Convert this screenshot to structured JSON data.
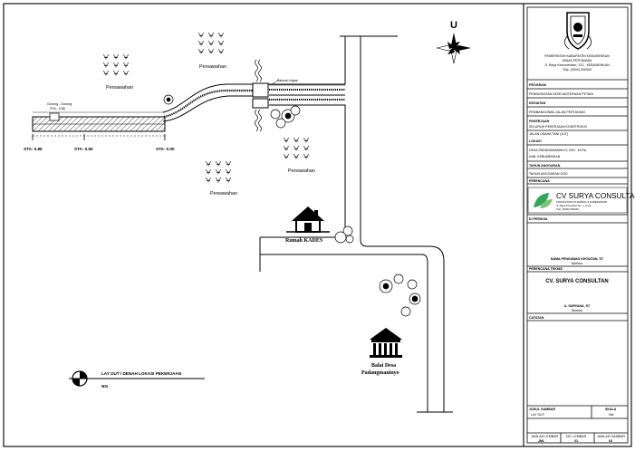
{
  "map": {
    "north_letter": "U",
    "sta_labels": [
      "STA- 0.86",
      "STA- 0.50",
      "STA- 0.00"
    ],
    "gate_label": "Gorong - Gorong\nSTA - 0.86",
    "saluran_label": "Saluran Irigasi",
    "persawahan_label": "Persawahan",
    "rumah_kades_label": "Rumah KADES",
    "balai_desa_label_line1": "Balai Desa",
    "balai_desa_label_line2": "Padangmaninyo",
    "legend_title": "LAY OUT / DENAH LOKASI PEKERJAAN",
    "legend_sub": "Nts"
  },
  "titleblock": {
    "agency_lines": [
      "PEMERINTAH KABUPATEN KEBUMENKAN",
      "DINAS PERTANIAN",
      "Jl. Raya Kebumenkan, 123 - KEBUMENKAN",
      "Telp. (0000) 000000"
    ],
    "program_label": "PROGRAM",
    "program_value": "PENINGKATAN KESEJAHTERAAN PETANI",
    "kegiatan_label": "KEGIATAN",
    "kegiatan_value": "PEMBANGUNAN JALAN PERTANIAN",
    "pekerjaan_label": "PEKERJAAN",
    "pekerjaan_value_1": "SELURUH PEKERJAAN KONSTRUKSI",
    "pekerjaan_value_2": "JALAN USAHA TANI (JUT)",
    "lokasi_label": "LOKASI",
    "lokasi_value_1": "DESA PADANGMANINYO, KEC. KOTA",
    "lokasi_value_2": "KAB. KEBUMENKAN",
    "tahun_label": "TAHUN ANGGARAN",
    "tahun_value": "TAHUN ANGGARAN 2020",
    "perencana_label": "PERENCANA",
    "company_name": "CV SURYA CONSULTAN",
    "company_tag_1": "CONSULTANT PLANNING & SUPERVISION",
    "company_tag_2": "Jl. Raya Konsultan No. 1, Kota",
    "company_tag_3": "Telp. (0000) 000000",
    "diperiksa_label": "DI PERIKSA",
    "pptk_name": "NAMA PENGAWAS KEGIATAN, ST",
    "pptk_role": "Direktur",
    "konsultan_label": "PERENCANA TEKNIS",
    "konsultan_name": "CV. SURYA CONSULTAN",
    "direktur_name": "A. SURYANA, ST",
    "direktur_role": "Direktur",
    "catatan_label": "CATATAN",
    "judul_label": "JUDUL GAMBAR",
    "judul_value": "LAY OUT",
    "skala_label": "SKALA",
    "skala_value": "Nts",
    "lembar_labels": [
      "JUMLAH LEMBAR",
      "NO. LEMBAR",
      "JUMLAH GAMBAR"
    ],
    "lembar_values": [
      "JML",
      "01",
      "03"
    ]
  }
}
